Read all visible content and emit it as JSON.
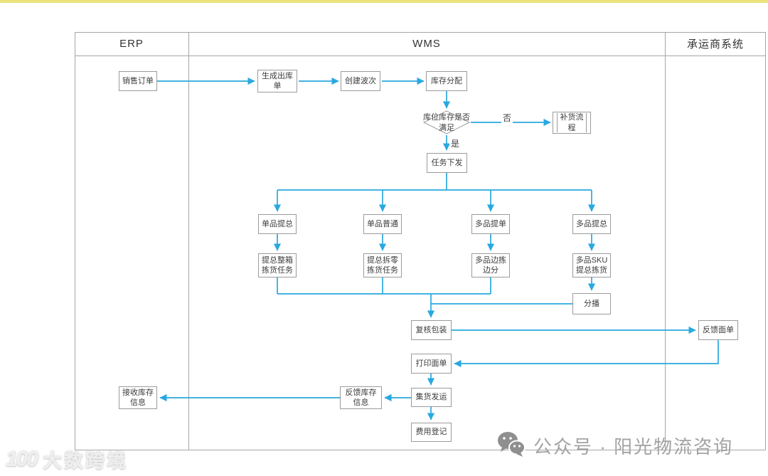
{
  "top_bar": {
    "color": "#ece27c"
  },
  "diagram": {
    "lanes": {
      "erp": "ERP",
      "wms": "WMS",
      "carrier": "承运商系统"
    },
    "nodes": {
      "sales_order": "销售订单",
      "generate_outbound_order": "生成出库单",
      "create_wave": "创建波次",
      "inventory_allocation": "库存分配",
      "location_stock_decision": "库位库存是否满足",
      "replenishment_process": "补货流程",
      "task_dispatch": "任务下发",
      "single_item_summary": "单品提总",
      "single_item_normal": "单品普通",
      "multi_item_order": "多品提单",
      "multi_item_summary": "多品提总",
      "summary_full_case_picking": "提总整箱拣货任务",
      "summary_split_picking": "提总拆零拣货任务",
      "multi_item_pick_sort": "多品边拣边分",
      "multi_sku_summary_picking": "多品SKU提总拣货",
      "sowing": "分播",
      "recheck_packing": "复核包装",
      "feedback_waybill": "反馈面单",
      "print_waybill": "打印面单",
      "consolidation_shipping": "集货发运",
      "feedback_inventory_info": "反馈库存信息",
      "receive_inventory_info": "接收库存信息",
      "fee_registration": "费用登记"
    },
    "edge_labels": {
      "no": "否",
      "yes": "是"
    },
    "colors": {
      "connector": "#29a8e0",
      "node_border": "#9b9b9b",
      "lane_border": "#a6a6a6"
    }
  },
  "watermarks": {
    "bottom_left": {
      "logo": "100",
      "text": "大数跨境"
    },
    "bottom_right": {
      "icon": "wechat-icon",
      "text": "公众号 · 阳光物流咨询"
    }
  }
}
